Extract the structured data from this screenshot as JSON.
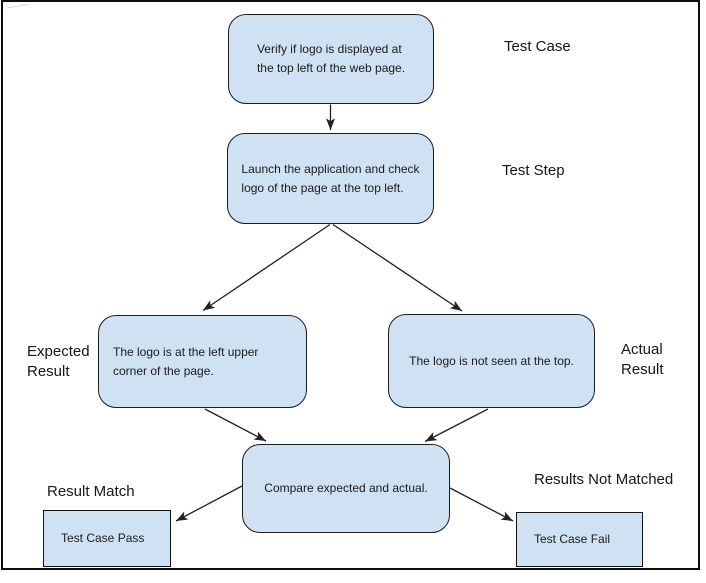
{
  "colors": {
    "node_fill": "#cfe2f3",
    "node_border": "#1c1c1c",
    "connector": "#212121",
    "frame_border": "#0d0d0d",
    "text": "#1a1a1a"
  },
  "flowchart": {
    "nodes": [
      {
        "id": "test_case",
        "shape": "rounded",
        "text": "Verify if logo is displayed at\nthe top left of the web page."
      },
      {
        "id": "test_step",
        "shape": "rounded",
        "text": "Launch the application and check\nlogo of the page at the top left."
      },
      {
        "id": "expected_result",
        "shape": "rounded",
        "text": "The logo is at the left upper\ncorner of the page."
      },
      {
        "id": "actual_result",
        "shape": "rounded",
        "text": "The logo is not seen at the top."
      },
      {
        "id": "compare",
        "shape": "rounded",
        "text": "Compare expected and actual."
      },
      {
        "id": "pass",
        "shape": "rect",
        "text": "Test Case Pass"
      },
      {
        "id": "fail",
        "shape": "rect",
        "text": "Test Case Fail"
      }
    ],
    "annotations": [
      {
        "id": "test_case_label",
        "text": "Test Case"
      },
      {
        "id": "test_step_label",
        "text": "Test Step"
      },
      {
        "id": "expected_result_label",
        "text": "Expected\nResult"
      },
      {
        "id": "actual_result_label",
        "text": "Actual\nResult"
      },
      {
        "id": "result_match_label",
        "text": "Result Match"
      },
      {
        "id": "results_not_matched_label",
        "text": "Results Not Matched"
      }
    ],
    "edges": [
      {
        "from": "test_case",
        "to": "test_step"
      },
      {
        "from": "test_step",
        "to": "expected_result"
      },
      {
        "from": "test_step",
        "to": "actual_result"
      },
      {
        "from": "expected_result",
        "to": "compare"
      },
      {
        "from": "actual_result",
        "to": "compare"
      },
      {
        "from": "compare",
        "to": "pass"
      },
      {
        "from": "compare",
        "to": "fail"
      }
    ]
  }
}
